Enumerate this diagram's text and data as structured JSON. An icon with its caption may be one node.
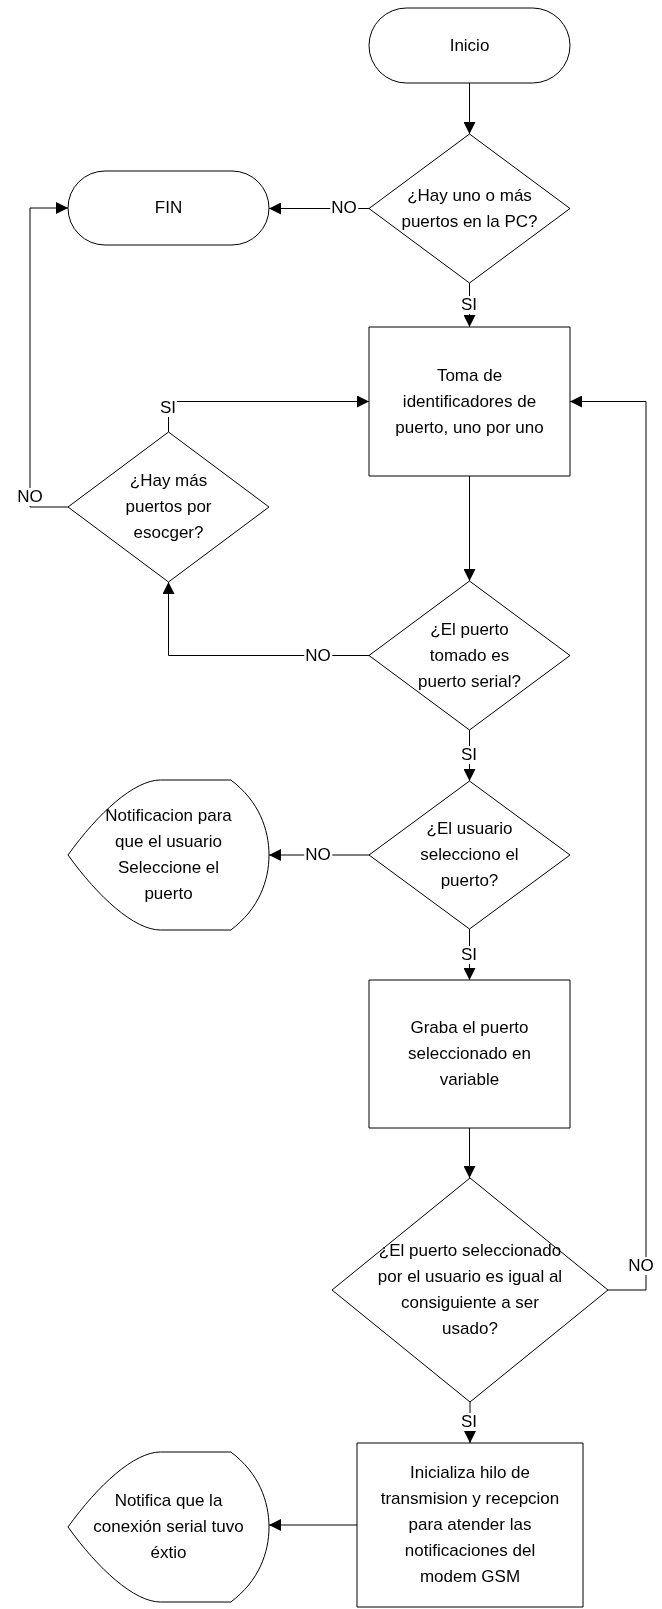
{
  "diagram": {
    "nodes": [
      {
        "text": [
          "Inicio"
        ]
      },
      {
        "text": [
          "¿Hay uno o más puertos en la PC?"
        ]
      },
      {
        "text": [
          "FIN"
        ]
      },
      {
        "text": [
          "Toma de identificadores de puerto, uno por uno"
        ]
      },
      {
        "text": [
          "¿Hay más puertos por esocger?"
        ]
      },
      {
        "text": [
          "¿El puerto tomado es puerto serial?"
        ]
      },
      {
        "text": [
          "¿El usuario selecciono el puerto?"
        ]
      },
      {
        "text": [
          "Notificacion para que el usuario Seleccione el puerto"
        ]
      },
      {
        "text": [
          "Graba el puerto seleccionado en variable"
        ]
      },
      {
        "text": [
          "¿El puerto seleccionado por el usuario es igual al consiguiente a ser usado?"
        ]
      },
      {
        "text": [
          "Inicializa hilo de transmision y recepcion para atender las notificaciones del modem GSM"
        ]
      },
      {
        "text": [
          "Notifica que la conexión serial tuvo éxtio"
        ]
      }
    ],
    "edges": [
      {
        "from": 0,
        "to": 1,
        "arrow": "to"
      },
      {
        "from": 1,
        "to": 2,
        "arrow": "to",
        "label": "NO"
      },
      {
        "from": 1,
        "to": 3,
        "arrow": "to",
        "label": "SI"
      },
      {
        "from": 4,
        "to": 3,
        "arrow": "to",
        "label": "SI"
      },
      {
        "from": 4,
        "to": 2,
        "arrow": "to",
        "label": "NO"
      },
      {
        "from": 3,
        "to": 5,
        "arrow": "to"
      },
      {
        "from": 5,
        "to": 4,
        "arrow": "to",
        "label": "NO"
      },
      {
        "from": 5,
        "to": 6,
        "arrow": "to",
        "label": "SI"
      },
      {
        "from": 6,
        "to": 7,
        "arrow": "to",
        "label": "NO"
      },
      {
        "from": 6,
        "to": 8,
        "arrow": "to",
        "label": "SI"
      },
      {
        "from": 8,
        "to": 9,
        "arrow": "to"
      },
      {
        "from": 9,
        "to": 3,
        "arrow": "to",
        "label": "NO"
      },
      {
        "from": 9,
        "to": 10,
        "arrow": "to",
        "label": "SI"
      },
      {
        "from": 10,
        "to": 11,
        "arrow": "to"
      }
    ]
  }
}
